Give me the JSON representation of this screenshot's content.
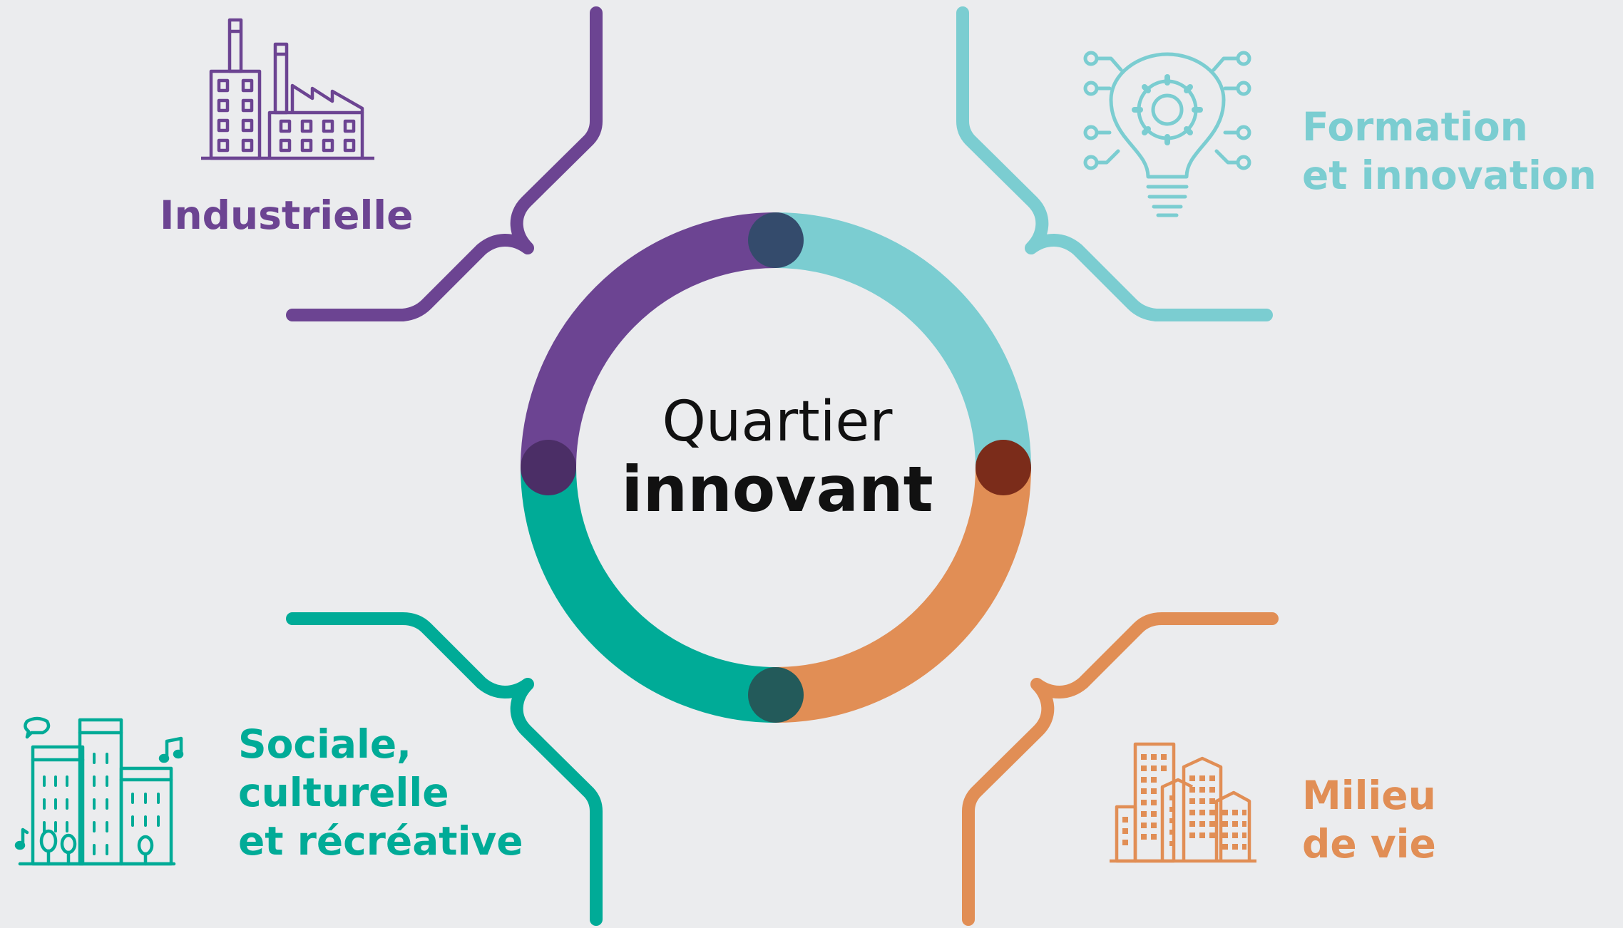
{
  "center": {
    "line1": "Quartier",
    "line2": "innovant"
  },
  "segments": [
    {
      "id": "industrielle",
      "lines": [
        "Industrielle"
      ],
      "color": "#6C4492",
      "icon": "factory-icon"
    },
    {
      "id": "formation",
      "lines": [
        "Formation",
        "et innovation"
      ],
      "color": "#7BCDD1",
      "icon": "lightbulb-gear-icon"
    },
    {
      "id": "sociale",
      "lines": [
        "Sociale,",
        "culturelle",
        "et récréative"
      ],
      "color": "#00AB97",
      "icon": "city-culture-icon"
    },
    {
      "id": "milieu",
      "lines": [
        "Milieu",
        "de vie"
      ],
      "color": "#E18E55",
      "icon": "residential-buildings-icon"
    }
  ],
  "junction_colors": {
    "top": "#344B6C",
    "right": "#7B2C1A",
    "bottom": "#235A5A",
    "left": "#4B2E66"
  },
  "background": "#EBECEE"
}
